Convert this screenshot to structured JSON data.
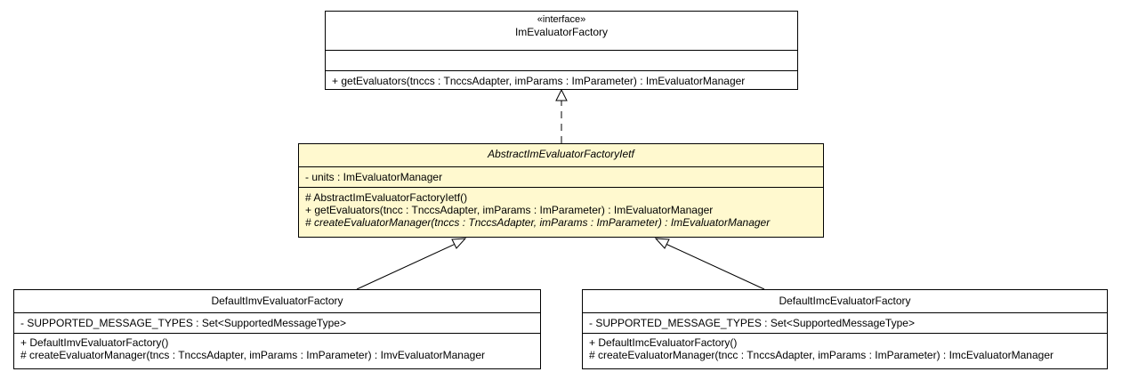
{
  "interface": {
    "stereotype": "«interface»",
    "name": "ImEvaluatorFactory",
    "attributes": [],
    "operations": [
      "+ getEvaluators(tnccs : TnccsAdapter, imParams : ImParameter) : ImEvaluatorManager"
    ]
  },
  "abstract_class": {
    "name": "AbstractImEvaluatorFactoryIetf",
    "attributes": [
      "- units : ImEvaluatorManager"
    ],
    "operations": [
      "# AbstractImEvaluatorFactoryIetf()",
      "+ getEvaluators(tncc : TnccsAdapter, imParams : ImParameter) : ImEvaluatorManager",
      "# createEvaluatorManager(tnccs : TnccsAdapter, imParams : ImParameter) : ImEvaluatorManager"
    ],
    "fill_color": "#fff9cf"
  },
  "imv_class": {
    "name": "DefaultImvEvaluatorFactory",
    "attributes": [
      "- SUPPORTED_MESSAGE_TYPES : Set<SupportedMessageType>"
    ],
    "operations": [
      "+ DefaultImvEvaluatorFactory()",
      "# createEvaluatorManager(tncs : TnccsAdapter, imParams : ImParameter) : ImvEvaluatorManager"
    ]
  },
  "imc_class": {
    "name": "DefaultImcEvaluatorFactory",
    "attributes": [
      "- SUPPORTED_MESSAGE_TYPES : Set<SupportedMessageType>"
    ],
    "operations": [
      "+ DefaultImcEvaluatorFactory()",
      "# createEvaluatorManager(tncc : TnccsAdapter, imParams : ImParameter) : ImcEvaluatorManager"
    ]
  }
}
